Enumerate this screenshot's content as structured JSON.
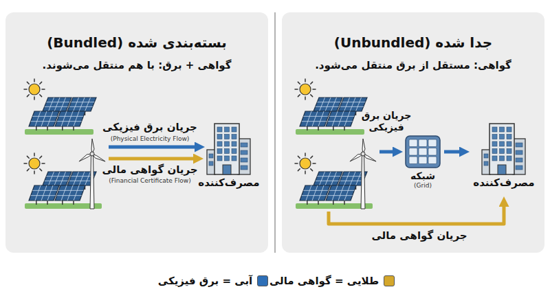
{
  "diagram": {
    "nodes": [
      {
        "text": [
          "جدا شده (Unbundled)",
          "گواهی: مستقل از برق منتقل می‌شود."
        ]
      },
      {
        "text": [
          "شبکه",
          "(Grid)"
        ],
        "in": 0
      },
      {
        "text": [
          "مصرف‌کننده"
        ],
        "in": 0
      },
      {
        "text": [
          "بسته‌بندی شده (Bundled)",
          "گواهی + برق: با هم منتقل می‌شوند."
        ]
      },
      {
        "text": [
          "مصرف‌کننده"
        ],
        "in": 3
      }
    ],
    "edges": [
      {
        "from": 1,
        "to": 2,
        "arrow": "to"
      }
    ],
    "labels": [
      "جریان برق فیزیکی",
      "جریان گواهی مالی",
      "جریان برق فیزیکی",
      "(Physical Electricity Flow)",
      "جریان گواهی مالی",
      "(Financial Certificate Flow)"
    ],
    "legend": [
      {
        "text": "طلایی = گواهی مالی",
        "color": "#d4a72c"
      },
      {
        "text": "آبی = برق فیزیکی",
        "color": "#2e6fb7"
      }
    ]
  }
}
